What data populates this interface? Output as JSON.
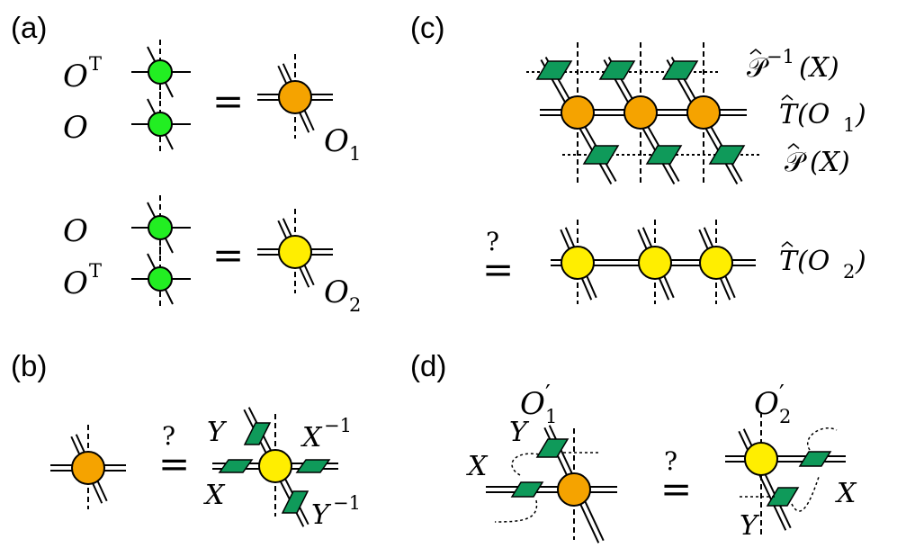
{
  "colors": {
    "green_node": "#22ee22",
    "orange_node": "#f5a300",
    "yellow_node": "#ffee00",
    "gauge_tile": "#0f9a5a",
    "stroke": "#000000"
  },
  "panel_a": {
    "label": "(a)",
    "row1_label": "O",
    "row1_sup": "T",
    "row2_label": "O",
    "result1_label": "O",
    "result1_sub": "1",
    "row3_label": "O",
    "row4_label": "O",
    "row4_sup": "T",
    "result2_label": "O",
    "result2_sub": "2",
    "equals": "="
  },
  "panel_b": {
    "label": "(b)",
    "eq_top": "?",
    "eq_bottom": "=",
    "Y": "Y",
    "Xinv": "X",
    "Xinv_sup": "−1",
    "X": "X",
    "Yinv": "Y",
    "Yinv_sup": "−1"
  },
  "panel_c": {
    "label": "(c)",
    "row1_P": "𝒫",
    "row1_sup": "−1",
    "row1_arg": "(X)",
    "row2_T": "T",
    "row2_arg_O": "(O",
    "row2_arg_sub": "1",
    "row2_close": ")",
    "row3_P": "𝒫",
    "row3_arg": "(X)",
    "row4_T": "T",
    "row4_arg_O": "(O",
    "row4_arg_sub": "2",
    "row4_close": ")",
    "eq_top": "?",
    "eq_bottom": "="
  },
  "panel_d": {
    "label": "(d)",
    "O1": "O",
    "O1_prime": "′",
    "O1_sub": "1",
    "O2": "O",
    "O2_prime": "′",
    "O2_sub": "2",
    "left_Y": "Y",
    "left_X": "X",
    "right_X": "X",
    "right_Y": "Y",
    "eq_top": "?",
    "eq_bottom": "="
  }
}
